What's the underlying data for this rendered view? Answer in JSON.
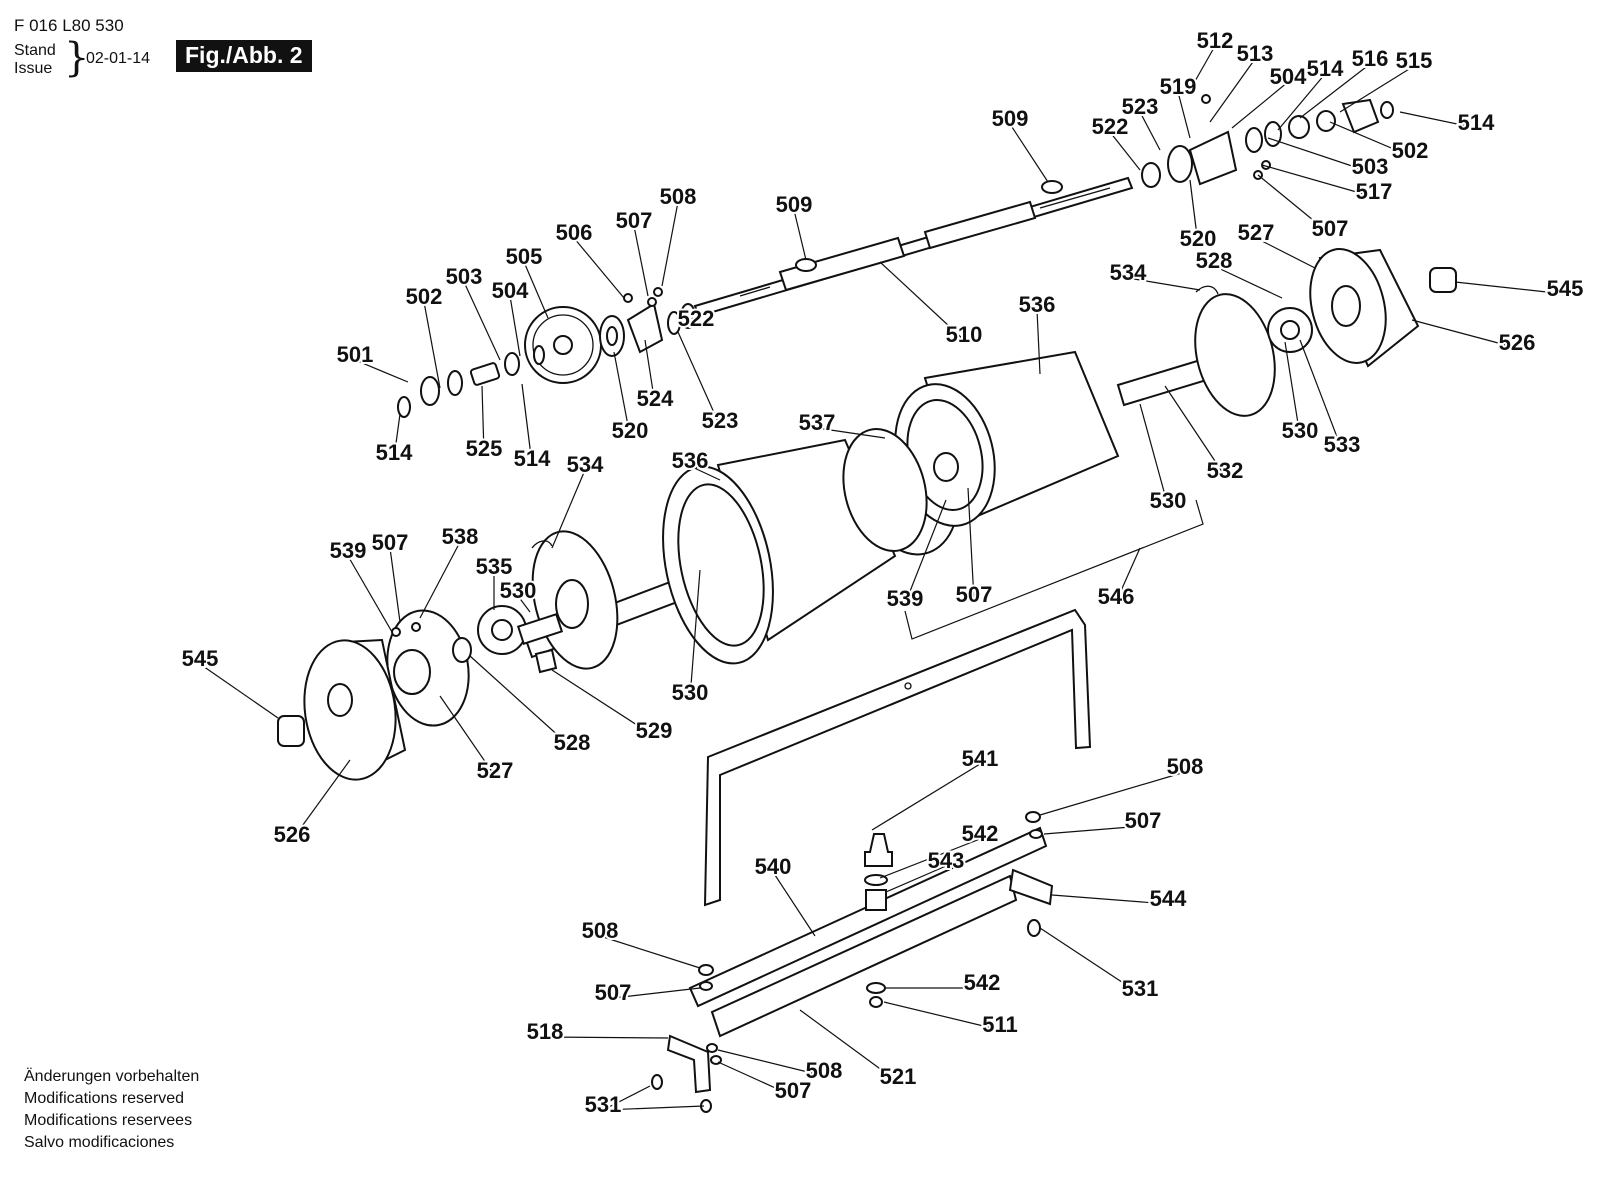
{
  "header": {
    "doc_number": "F 016 L80 530",
    "stand_label": "Stand",
    "issue_label": "Issue",
    "issue_date": "02-01-14",
    "figure_label": "Fig./Abb. 2"
  },
  "footer_notes": [
    "Änderungen vorbehalten",
    "Modifications reserved",
    "Modifications reservees",
    "Salvo modificaciones"
  ],
  "callouts": [
    {
      "text": "512"
    },
    {
      "text": "513"
    },
    {
      "text": "504"
    },
    {
      "text": "514"
    },
    {
      "text": "516"
    },
    {
      "text": "515"
    },
    {
      "text": "514"
    },
    {
      "text": "519"
    },
    {
      "text": "523"
    },
    {
      "text": "522"
    },
    {
      "text": "502"
    },
    {
      "text": "503"
    },
    {
      "text": "517"
    },
    {
      "text": "507"
    },
    {
      "text": "520"
    },
    {
      "text": "509"
    },
    {
      "text": "509"
    },
    {
      "text": "508"
    },
    {
      "text": "507"
    },
    {
      "text": "506"
    },
    {
      "text": "505"
    },
    {
      "text": "503"
    },
    {
      "text": "504"
    },
    {
      "text": "502"
    },
    {
      "text": "501"
    },
    {
      "text": "510"
    },
    {
      "text": "522"
    },
    {
      "text": "524"
    },
    {
      "text": "523"
    },
    {
      "text": "520"
    },
    {
      "text": "514"
    },
    {
      "text": "525"
    },
    {
      "text": "514"
    },
    {
      "text": "534"
    },
    {
      "text": "536"
    },
    {
      "text": "527"
    },
    {
      "text": "528"
    },
    {
      "text": "545"
    },
    {
      "text": "526"
    },
    {
      "text": "537"
    },
    {
      "text": "530"
    },
    {
      "text": "533"
    },
    {
      "text": "532"
    },
    {
      "text": "530"
    },
    {
      "text": "536"
    },
    {
      "text": "534"
    },
    {
      "text": "539"
    },
    {
      "text": "507"
    },
    {
      "text": "538"
    },
    {
      "text": "535"
    },
    {
      "text": "530"
    },
    {
      "text": "546"
    },
    {
      "text": "539"
    },
    {
      "text": "507"
    },
    {
      "text": "545"
    },
    {
      "text": "530"
    },
    {
      "text": "529"
    },
    {
      "text": "528"
    },
    {
      "text": "527"
    },
    {
      "text": "526"
    },
    {
      "text": "541"
    },
    {
      "text": "508"
    },
    {
      "text": "507"
    },
    {
      "text": "542"
    },
    {
      "text": "543"
    },
    {
      "text": "540"
    },
    {
      "text": "544"
    },
    {
      "text": "508"
    },
    {
      "text": "507"
    },
    {
      "text": "542"
    },
    {
      "text": "531"
    },
    {
      "text": "511"
    },
    {
      "text": "518"
    },
    {
      "text": "508"
    },
    {
      "text": "521"
    },
    {
      "text": "507"
    },
    {
      "text": "531"
    }
  ]
}
